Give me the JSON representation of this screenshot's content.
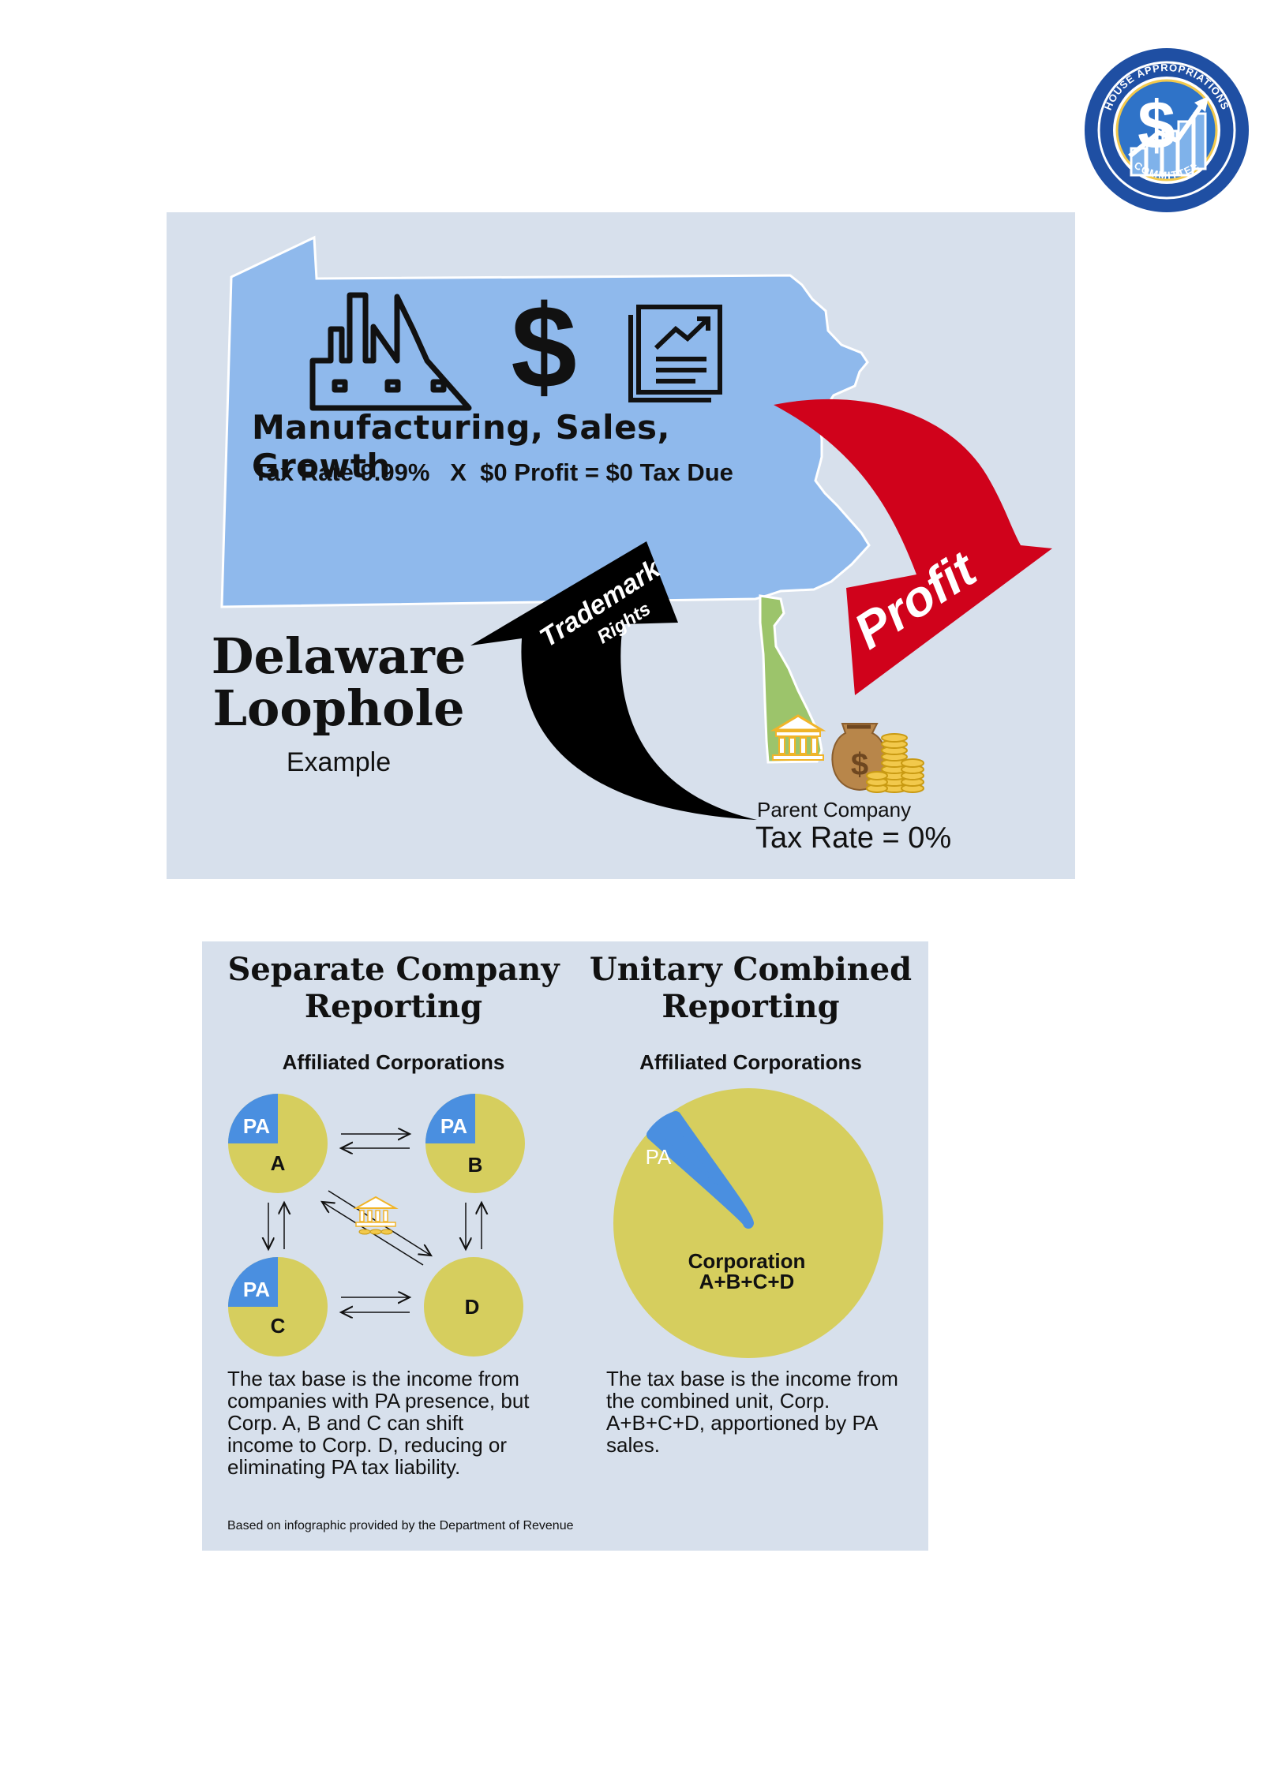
{
  "logo": {
    "top_text": "HOUSE APPROPRIATIONS",
    "bottom_text": "COMMITTEE",
    "colors": {
      "ring": "#1f4fa3",
      "inner": "#2f73c8",
      "gold": "#f2c94c"
    }
  },
  "loophole_graphic": {
    "headline": "Manufacturing, Sales, Growth",
    "tax_line": "Tax Rate 9.99%   X  $0 Profit = $0 Tax Due",
    "title_line1": "Delaware",
    "title_line2": "Loophole",
    "subtitle": "Example",
    "trademark_arrow": {
      "line1": "Trademark",
      "line2": "Rights"
    },
    "profit_arrow": "Profit",
    "parent_company_label": "Parent Company",
    "parent_tax_rate": "Tax Rate = 0%",
    "icons": [
      "factory-icon",
      "dollar-sign-icon",
      "report-growth-icon",
      "bank-icon",
      "money-bag-icon",
      "coin-stack-icon"
    ],
    "colors": {
      "pennsylvania": "#8fb9ec",
      "delaware": "#9cc46b",
      "profit_arrow": "#d0021b",
      "trademark_arrow": "#000000",
      "panel": "#d7e0ec"
    }
  },
  "reporting_graphic": {
    "separate": {
      "title_line1": "Separate Company",
      "title_line2": "Reporting",
      "subtitle": "Affiliated Corporations",
      "corps": [
        {
          "label": "A",
          "pa_label": "PA",
          "has_pa": true
        },
        {
          "label": "B",
          "pa_label": "PA",
          "has_pa": true
        },
        {
          "label": "C",
          "pa_label": "PA",
          "has_pa": true
        },
        {
          "label": "D",
          "has_pa": false
        }
      ],
      "description": "The tax base is the income from companies with PA presence, but Corp. A, B and C can shift income to Corp. D, reducing or eliminating PA tax liability."
    },
    "unitary": {
      "title_line1": "Unitary Combined",
      "title_line2": "Reporting",
      "subtitle": "Affiliated Corporations",
      "pa_label": "PA",
      "corp_line1": "Corporation",
      "corp_line2": "A+B+C+D",
      "description": "The tax base is the income from the combined unit, Corp. A+B+C+D, apportioned by PA sales."
    },
    "footnote": "Based on infographic provided by the Department of Revenue",
    "colors": {
      "corp": "#d6ce5e",
      "pa": "#4a8fe0",
      "panel": "#d7e0ec"
    }
  }
}
